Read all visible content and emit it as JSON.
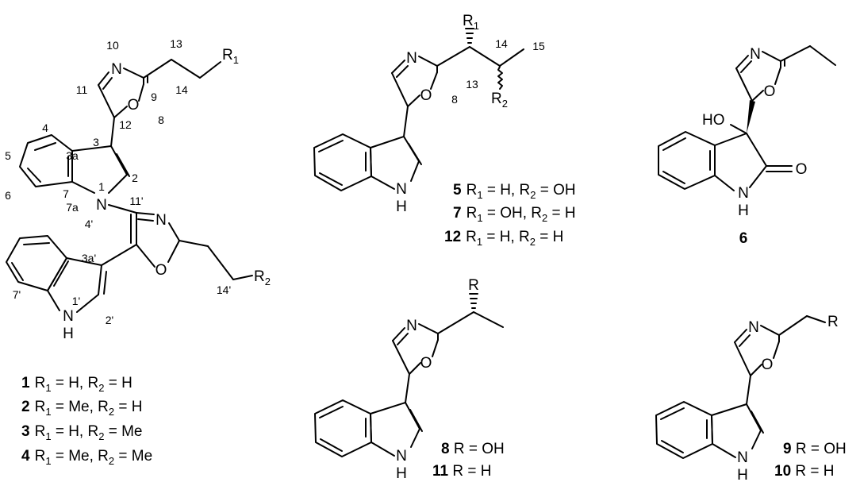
{
  "atoms": {
    "n": "N",
    "o": "O",
    "h": "H",
    "ho": "HO",
    "r": "R",
    "r1": "R",
    "r1_sub": "1",
    "r2": "R",
    "r2_sub": "2"
  },
  "locants": {
    "c1_n10": "10",
    "c1_c13": "13",
    "c1_c14": "14",
    "c1_c11": "11",
    "c1_c9": "9",
    "c1_o8": "8",
    "c1_c12": "12",
    "c1_c4": "4",
    "c1_c3": "3",
    "c1_c3a": "3a",
    "c1_c5": "5",
    "c1_c2": "2",
    "c1_c1": "1",
    "c1_c7": "7",
    "c1_c6": "6",
    "c1_c7a": "7a",
    "c1_c11p": "11'",
    "c1_c4p": "4'",
    "c1_c3ap": "3a'",
    "c1_c7p": "7'",
    "c1_c1p": "1'",
    "c1_c2p": "2'",
    "c1_c14p": "14'",
    "c5_c13": "13",
    "c5_c14": "14",
    "c5_c15": "15",
    "c5_o8": "8"
  },
  "captions": {
    "c1": {
      "id": "1",
      "r1": "R",
      "r1s": "1",
      "v1": " = H, ",
      "r2": "R",
      "r2s": "2",
      "v2": " = H"
    },
    "c2": {
      "id": "2",
      "r1": "R",
      "r1s": "1",
      "v1": " = Me, ",
      "r2": "R",
      "r2s": "2",
      "v2": " = H"
    },
    "c3": {
      "id": "3",
      "r1": "R",
      "r1s": "1",
      "v1": " = H, ",
      "r2": "R",
      "r2s": "2",
      "v2": " = Me"
    },
    "c4": {
      "id": "4",
      "r1": "R",
      "r1s": "1",
      "v1": " = Me, ",
      "r2": "R",
      "r2s": "2",
      "v2": " = Me"
    },
    "c5": {
      "id": "5",
      "r1": "R",
      "r1s": "1",
      "v1": " = H, ",
      "r2": "R",
      "r2s": "2",
      "v2": " = OH"
    },
    "c7": {
      "id": "7",
      "r1": "R",
      "r1s": "1",
      "v1": " = OH, ",
      "r2": "R",
      "r2s": "2",
      "v2": " = H"
    },
    "c12": {
      "id": "12",
      "r1": "R",
      "r1s": "1",
      "v1": " = H, ",
      "r2": "R",
      "r2s": "2",
      "v2": " = H"
    },
    "c6": {
      "id": "6"
    },
    "c8": {
      "id": "8",
      "text": " R = OH"
    },
    "c11": {
      "id": "11",
      "text": " R = H"
    },
    "c9": {
      "id": "9",
      "text": " R = OH"
    },
    "c10": {
      "id": "10",
      "text": " R = H"
    }
  }
}
